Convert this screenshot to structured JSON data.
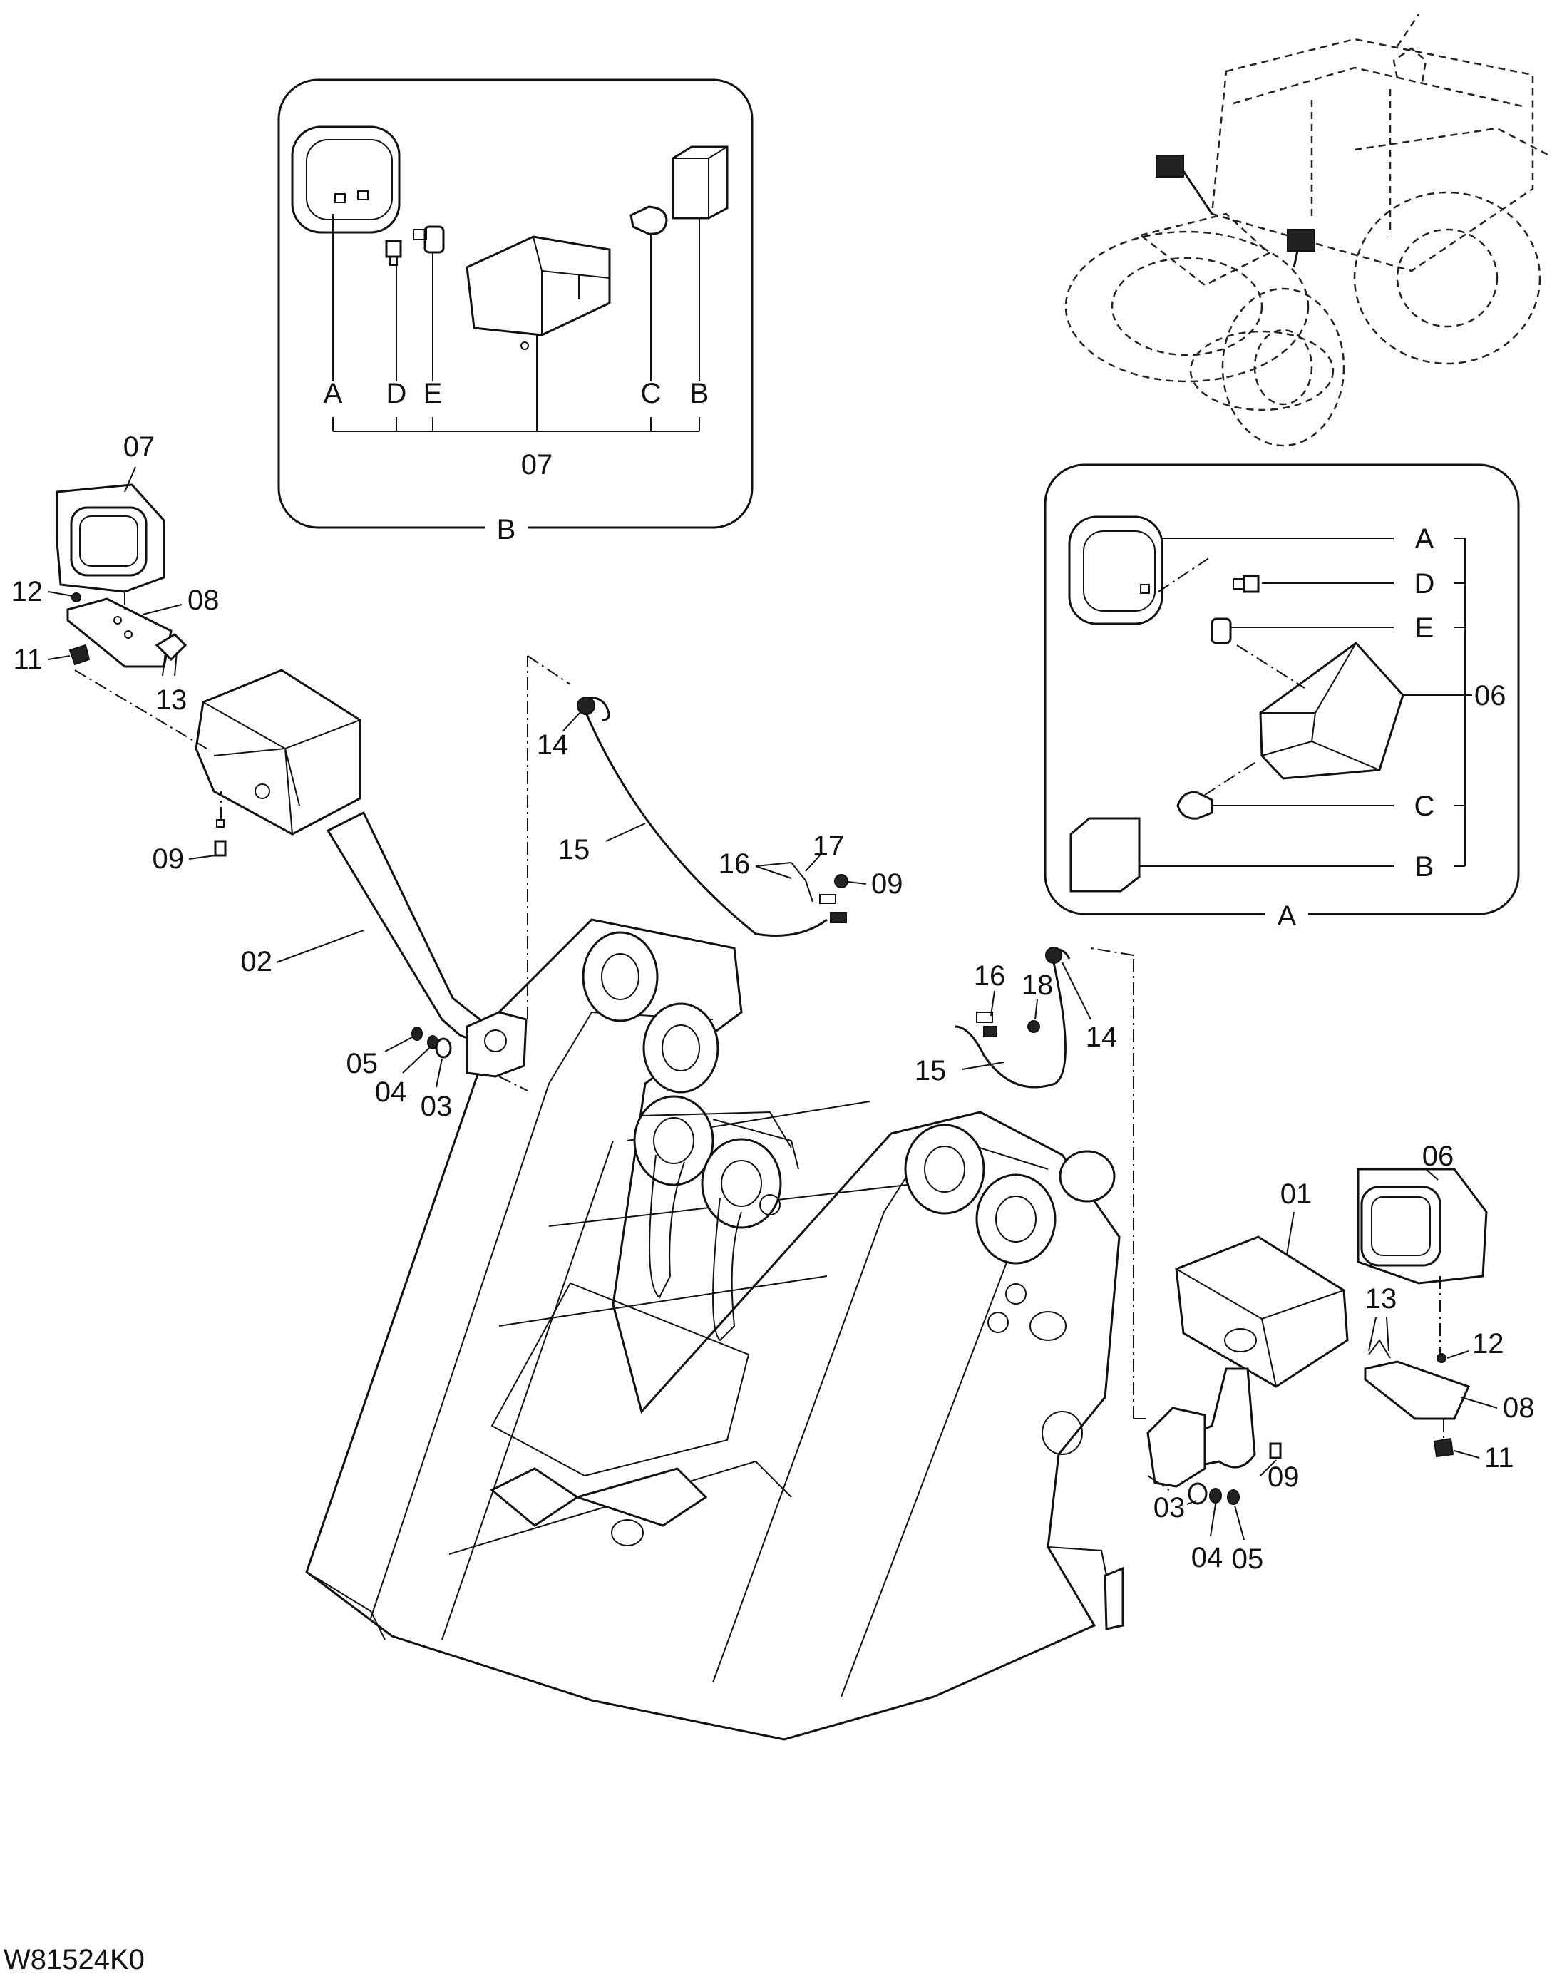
{
  "drawing_id": "W81524K0",
  "detail_a": {
    "title": "A",
    "letters": [
      "A",
      "D",
      "E",
      "C",
      "B"
    ],
    "part": "06"
  },
  "detail_b": {
    "title": "B",
    "letters": [
      "A",
      "D",
      "E",
      "C",
      "B"
    ],
    "part": "07"
  },
  "callouts": {
    "p01": "01",
    "p02": "02",
    "p03_l": "03",
    "p04_l": "04",
    "p05_l": "05",
    "p03_r": "03",
    "p04_r": "04",
    "p05_r": "05",
    "p06": "06",
    "p07": "07",
    "p08_l": "08",
    "p08_r": "08",
    "p09_l": "09",
    "p09_m": "09",
    "p09_r": "09",
    "p11_l": "11",
    "p11_r": "11",
    "p12_l": "12",
    "p12_r": "12",
    "p13_l": "13",
    "p13_r": "13",
    "p14_l": "14",
    "p14_r": "14",
    "p15_l": "15",
    "p15_r": "15",
    "p16_l": "16",
    "p16_r": "16",
    "p17": "17",
    "p18": "18"
  }
}
